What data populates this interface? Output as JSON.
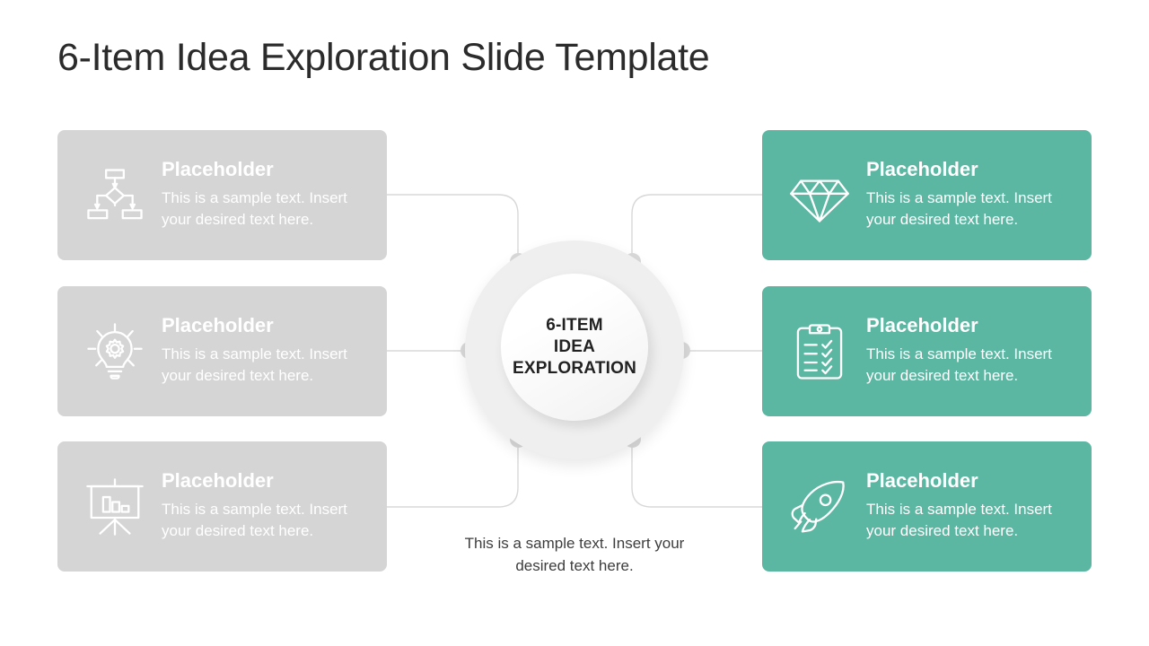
{
  "slide": {
    "title": "6-Item Idea Exploration Slide Template",
    "bottom_caption": "This is a sample text. Insert your desired text here."
  },
  "hub": {
    "line1": "6-ITEM",
    "line2": "IDEA",
    "line3": "EXPLORATION"
  },
  "colors": {
    "teal": "#5bb6a2",
    "gray": "#d5d5d5",
    "hub_ring": "#efefef",
    "dot": "#d9d9d9",
    "title_text": "#2b2b2b",
    "card_text": "#ffffff",
    "caption_text": "#3d3d3d",
    "connector_line": "#d8d8d8"
  },
  "cards": {
    "left": [
      {
        "id": "left-1",
        "icon": "flowchart-icon",
        "theme": "gray",
        "heading": "Placeholder",
        "body": "This is a sample text. Insert your desired text here."
      },
      {
        "id": "left-2",
        "icon": "lightbulb-gear-icon",
        "theme": "gray",
        "heading": "Placeholder",
        "body": "This is a sample text. Insert your desired text here."
      },
      {
        "id": "left-3",
        "icon": "presentation-chart-icon",
        "theme": "gray",
        "heading": "Placeholder",
        "body": "This is a sample text. Insert your desired text here."
      }
    ],
    "right": [
      {
        "id": "right-1",
        "icon": "diamond-icon",
        "theme": "teal",
        "heading": "Placeholder",
        "body": "This is a sample text. Insert your desired text here."
      },
      {
        "id": "right-2",
        "icon": "clipboard-checklist-icon",
        "theme": "teal",
        "heading": "Placeholder",
        "body": "This is a sample text. Insert your desired text here."
      },
      {
        "id": "right-3",
        "icon": "rocket-icon",
        "theme": "teal",
        "heading": "Placeholder",
        "body": "This is a sample text. Insert your desired text here."
      }
    ]
  }
}
